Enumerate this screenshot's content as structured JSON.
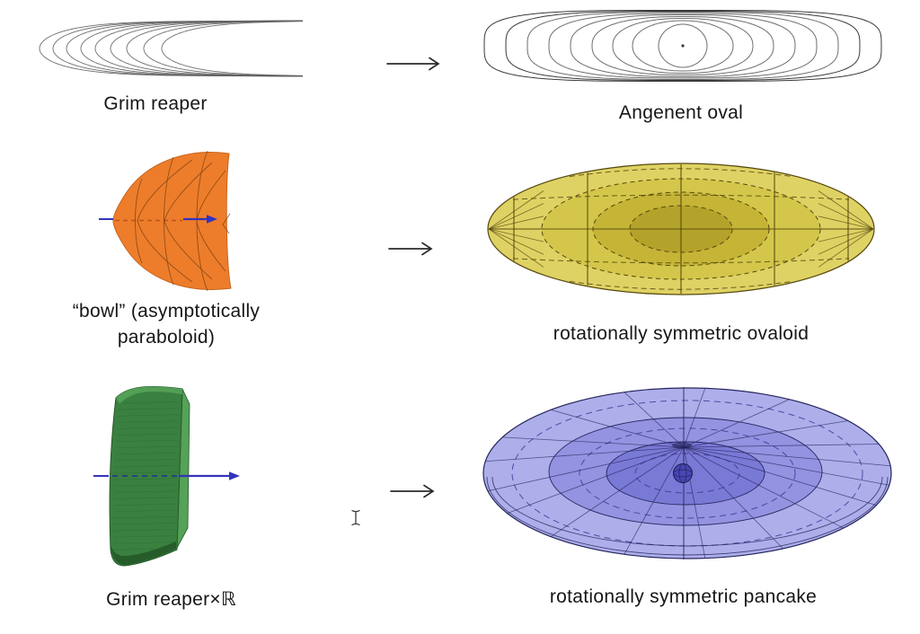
{
  "slide": {
    "rows": [
      {
        "left": {
          "caption": "Grim reaper"
        },
        "right": {
          "caption": "Angenent oval"
        }
      },
      {
        "left": {
          "caption_line1": "“bowl” (asymptotically",
          "caption_line2": "paraboloid)"
        },
        "right": {
          "caption": "rotationally symmetric ovaloid"
        }
      },
      {
        "left": {
          "caption": "Grim reaper×ℝ"
        },
        "right": {
          "caption": "rotationally symmetric pancake"
        }
      }
    ],
    "arrow_symbol": "⟶",
    "cursor": "i-beam-text-cursor",
    "colors": {
      "background": "#ffffff",
      "text": "#161616",
      "curve_gray": "#616161",
      "ring_gray_outer": "#3a3a3a",
      "ring_gray_inner": "#6e6e6e",
      "arrow_black": "#2b2b2b",
      "axis_blue": "#3333bd",
      "axis_dash_red": "#9c3f20",
      "bowl_orange": "#ed7d2b",
      "bowl_edge": "#c8641a",
      "bowl_mesh": "#7c4012",
      "ovaloid_yellow": "#d9ca49",
      "ovaloid_mid": "#c9b92f",
      "ovaloid_deep": "#b8a626",
      "ovaloid_core": "#a3921e",
      "ovaloid_line": "#55490f",
      "slab_green": "#3a8040",
      "slab_green_light": "#55a258",
      "slab_green_dark": "#245a28",
      "slab_stria": "#2c6a30",
      "pancake_blue": "#9c9ce6",
      "pancake_blue_mid": "#7d7dd8",
      "pancake_blue_deep": "#6868cf",
      "pancake_sphere": "#4646b2",
      "pancake_wire": "#26265e",
      "pancake_dash": "#3b3b96"
    }
  }
}
